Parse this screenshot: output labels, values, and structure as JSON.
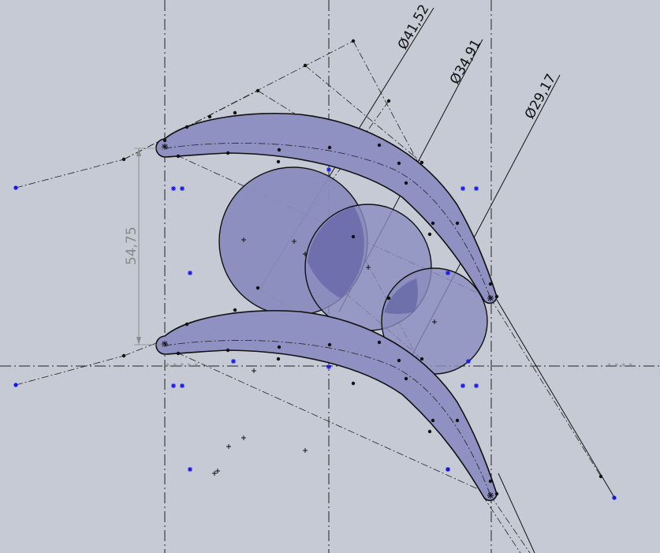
{
  "colors": {
    "background": "#c5cad4",
    "blade_fill": "#8e91c1",
    "circle_fill": "#8a8cbe",
    "overlap_fill": "#6466a6",
    "outline": "#111111",
    "construction": "#222222",
    "dimension_gray": "#8a8a8a",
    "point_blue": "#1515ee"
  },
  "dimensions": {
    "pitch_label": "54,75",
    "diameters": [
      "Ø41,52",
      "Ø34,91",
      "Ø29,17"
    ]
  },
  "icons": [
    "blue-point-icon",
    "blue-asterisk-icon",
    "cross-marker-icon"
  ]
}
